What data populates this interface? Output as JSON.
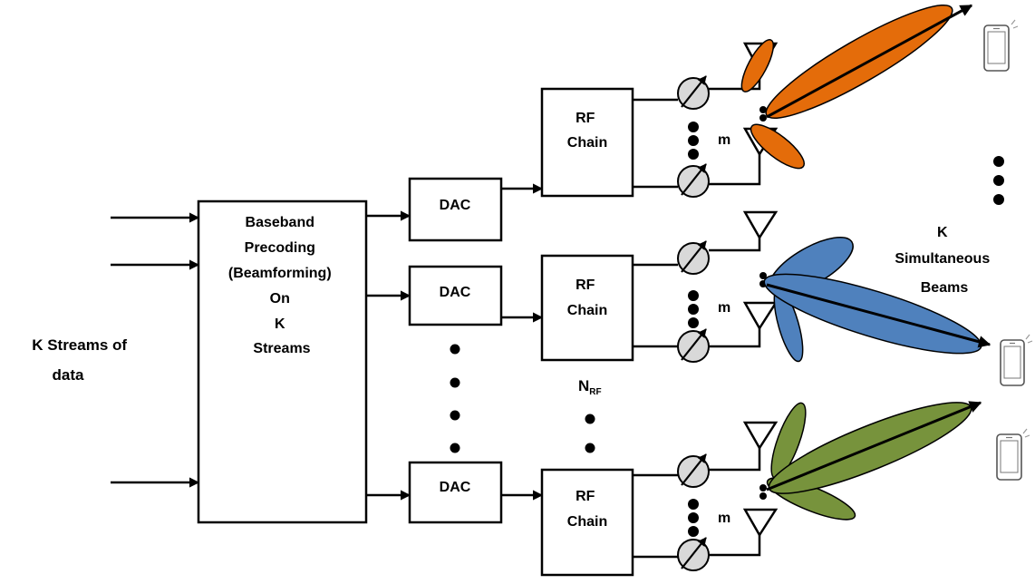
{
  "input_label": [
    "K  Streams of",
    "data"
  ],
  "precoder_label": [
    "Baseband",
    "Precoding",
    "(Beamforming)",
    "On",
    "K",
    "Streams"
  ],
  "dac_label": "DAC",
  "rf_label": [
    "RF",
    "Chain"
  ],
  "m_label": "m",
  "nrf_label": {
    "main": "N",
    "sub": "RF"
  },
  "beams_label": [
    "K",
    "Simultaneous",
    "Beams"
  ],
  "colors": {
    "beam_top": "#e46c0a",
    "beam_middle": "#4f81bd",
    "beam_bottom": "#77933c",
    "phase_shifter": "#d9d9d9"
  },
  "icons": [
    "arrow-icon",
    "phase-shifter-icon",
    "antenna-icon",
    "phone-icon"
  ]
}
